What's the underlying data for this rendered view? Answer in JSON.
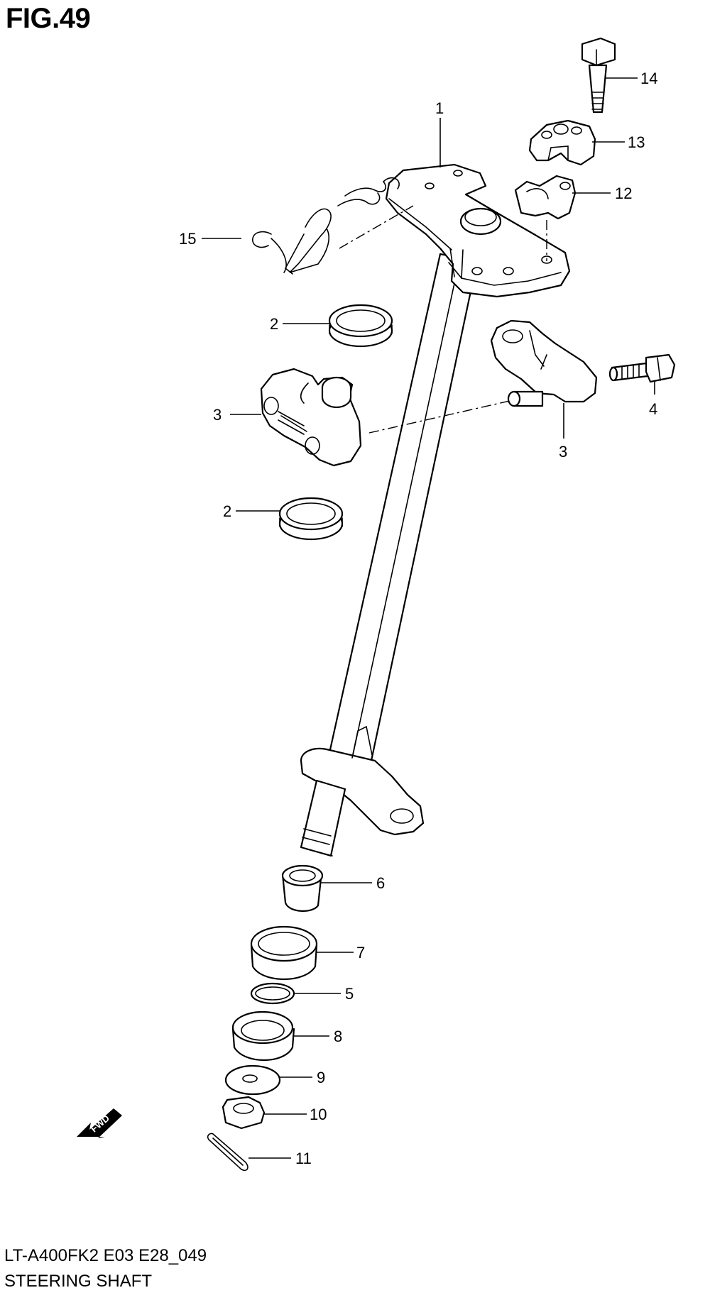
{
  "figure": {
    "title": "FIG.49",
    "code": "LT-A400FK2 E03 E28_049",
    "name": "STEERING SHAFT"
  },
  "fwd_label": "FWD",
  "callouts": [
    {
      "id": "c14",
      "label": "14"
    },
    {
      "id": "c1",
      "label": "1"
    },
    {
      "id": "c13",
      "label": "13"
    },
    {
      "id": "c12",
      "label": "12"
    },
    {
      "id": "c15",
      "label": "15"
    },
    {
      "id": "c2a",
      "label": "2"
    },
    {
      "id": "c3a",
      "label": "3"
    },
    {
      "id": "c4",
      "label": "4"
    },
    {
      "id": "c3b",
      "label": "3"
    },
    {
      "id": "c2b",
      "label": "2"
    },
    {
      "id": "c6",
      "label": "6"
    },
    {
      "id": "c7",
      "label": "7"
    },
    {
      "id": "c5",
      "label": "5"
    },
    {
      "id": "c8",
      "label": "8"
    },
    {
      "id": "c9",
      "label": "9"
    },
    {
      "id": "c10",
      "label": "10"
    },
    {
      "id": "c11",
      "label": "11"
    }
  ]
}
